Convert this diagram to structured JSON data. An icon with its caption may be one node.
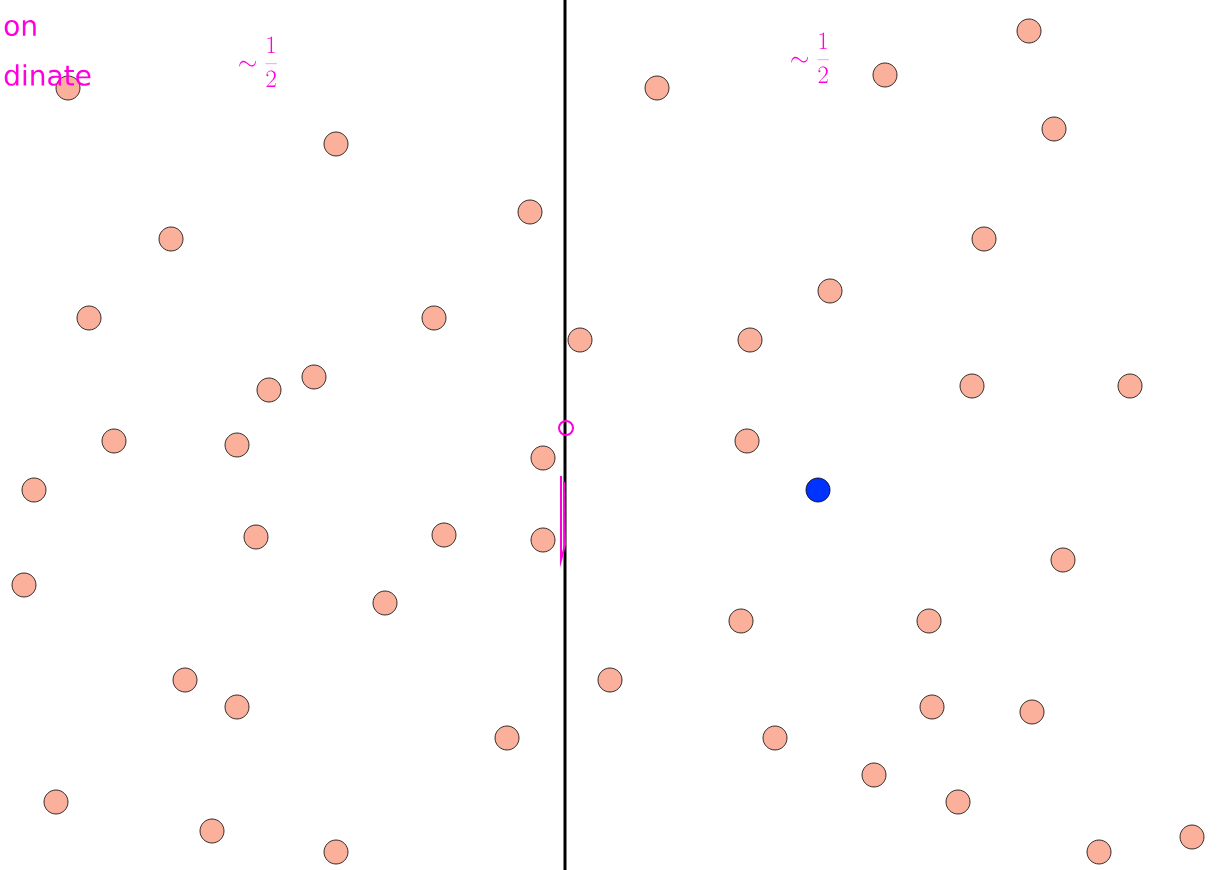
{
  "diagram": {
    "labels": [
      "on",
      "dinate",
      "\\sim\\frac{1}{2}",
      "\\sim\\frac{1}{2}"
    ]
  }
}
